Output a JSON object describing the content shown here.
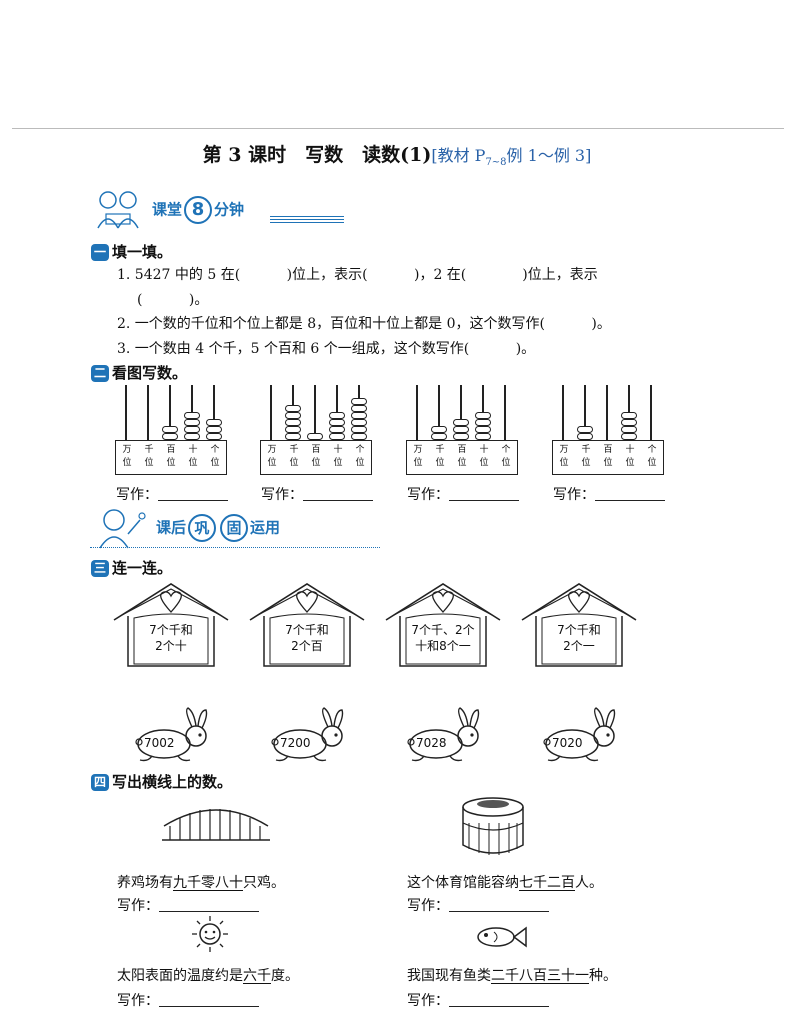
{
  "title": {
    "main": "第 3 课时　写数　读数(1)",
    "ref_open": "[教材 P",
    "ref_sub": "7~8",
    "ref_rest": "例 1～例 3]"
  },
  "banner1": {
    "pre": "课堂",
    "num": "8",
    "post": "分钟"
  },
  "banner2": {
    "pre": "课后",
    "c1": "巩",
    "c2": "固",
    "post": "运用"
  },
  "s1": {
    "num": "一",
    "title": "填一填。"
  },
  "s1q": [
    "1. 5427 中的 5 在(　　　 )位上，表示(　　　 )，2 在(　　　　)位上，表示",
    "(　　　 )。",
    "2. 一个数的千位和个位上都是 8，百位和十位上都是 0，这个数写作(　　　 )。",
    "3. 一个数由 4 个千，5 个百和 6 个一组成，这个数写作(　　　 )。"
  ],
  "s2": {
    "num": "二",
    "title": "看图写数。"
  },
  "place_top": [
    "万",
    "千",
    "百",
    "十",
    "个"
  ],
  "place_bottom": [
    "位",
    "位",
    "位",
    "位",
    "位"
  ],
  "abacus": [
    {
      "beads": [
        0,
        0,
        2,
        4,
        3
      ]
    },
    {
      "beads": [
        0,
        5,
        1,
        4,
        6
      ]
    },
    {
      "beads": [
        0,
        2,
        3,
        4,
        0
      ]
    },
    {
      "beads": [
        0,
        2,
        0,
        4,
        0
      ]
    }
  ],
  "write_label": "写作：",
  "s3": {
    "num": "三",
    "title": "连一连。"
  },
  "houses": [
    {
      "l1": "7个千和",
      "l2": "2个十"
    },
    {
      "l1": "7个千和",
      "l2": "2个百"
    },
    {
      "l1": "7个千、2个",
      "l2": "十和8个一"
    },
    {
      "l1": "7个千和",
      "l2": "2个一"
    }
  ],
  "rabbits": [
    "7002",
    "7200",
    "7028",
    "7020"
  ],
  "s4": {
    "num": "四",
    "title": "写出横线上的数。"
  },
  "s4items": [
    {
      "pre": "养鸡场有",
      "ul": "九千零八十",
      "post": "只鸡。"
    },
    {
      "pre": "这个体育馆能容纳",
      "ul": "七千二百",
      "post": "人。"
    },
    {
      "pre": "太阳表面的温度约是",
      "ul": "六千",
      "post": "度。"
    },
    {
      "pre": "我国现有鱼类",
      "ul": "二千八百三十一",
      "post": "种。"
    }
  ]
}
